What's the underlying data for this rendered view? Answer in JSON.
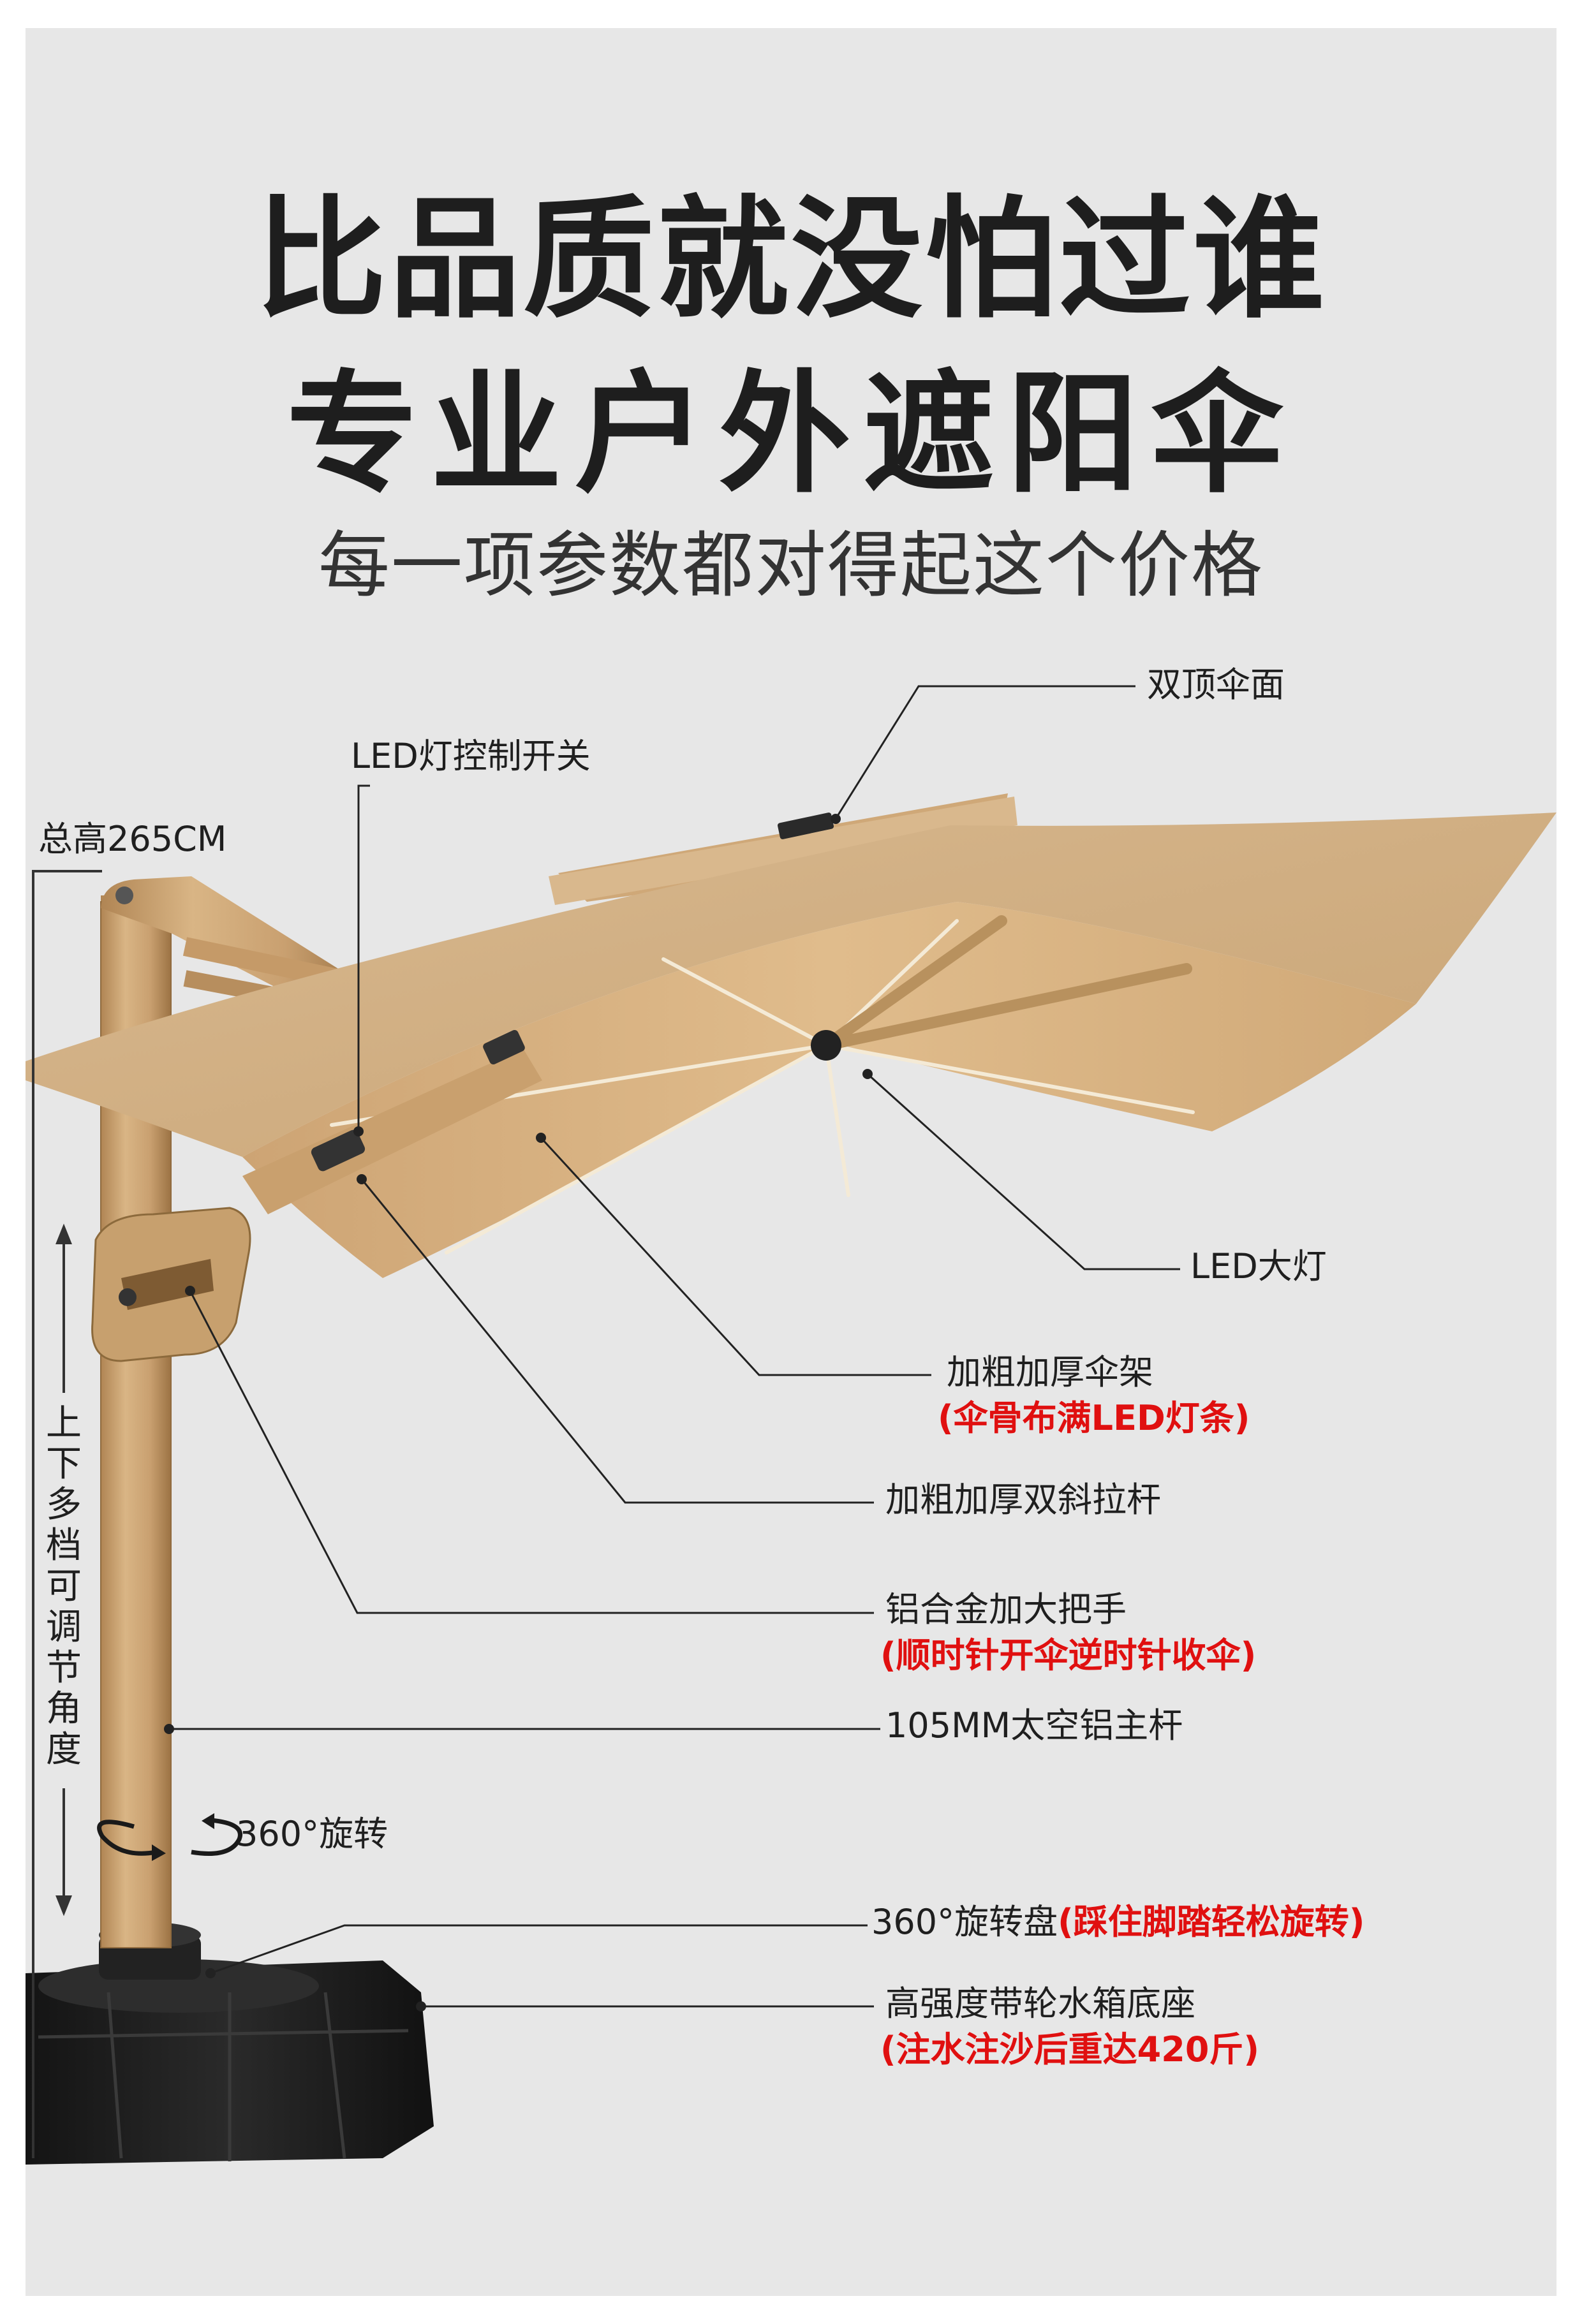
{
  "headline": {
    "line1": "比品质就没怕过谁",
    "line2": "专业户外遮阳伞",
    "line3": "每一项参数都对得起这个价格"
  },
  "callouts": {
    "double_top": "双顶伞面",
    "led_switch": "LED灯控制开关",
    "total_height": "总高265CM",
    "led_light": "LED大灯",
    "frame": "加粗加厚伞架",
    "frame_note": "(伞骨布满LED灯条)",
    "diagonal_rods": "加粗加厚双斜拉杆",
    "handle": "铝合金加大把手",
    "handle_note": "(顺时针开伞逆时针收伞)",
    "main_pole": "105MM太空铝主杆",
    "rotation": "360°旋转",
    "rotation_disk": "360°旋转盘",
    "rotation_disk_note": "(踩住脚踏轻松旋转)",
    "base": "高强度带轮水箱底座",
    "base_note": "(注水注沙后重达420斤)",
    "adjust_angle": [
      "上",
      "下",
      "多",
      "档",
      "可",
      "调",
      "节",
      "角",
      "度"
    ]
  },
  "colors": {
    "background": "#e7e7e7",
    "canopy": "#d7b184",
    "pole": "#c79e6e",
    "base": "#1c1c1c",
    "accent_red": "#e01010"
  }
}
